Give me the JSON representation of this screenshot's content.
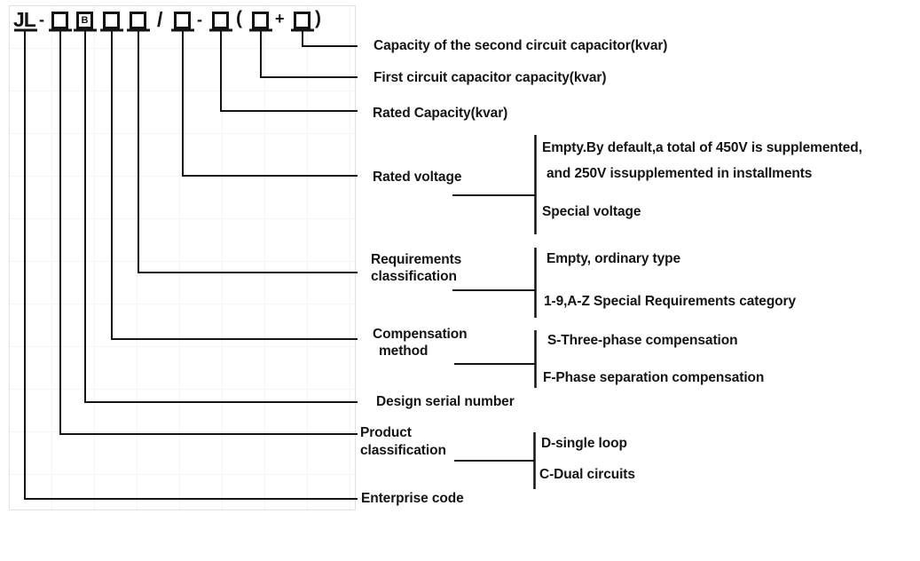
{
  "model_code": {
    "prefix": "JL",
    "separator_dash_1": "-",
    "box_b_letter": "B",
    "separator_slash": "/",
    "separator_dash_2": "-",
    "separator_paren_open": "(",
    "separator_plus": "+",
    "separator_paren_close": ")"
  },
  "fields": {
    "capacity_second_circuit": {
      "label": "Capacity of the second circuit capacitor(kvar)"
    },
    "first_circuit_capacity": {
      "label": "First circuit capacitor capacity(kvar)"
    },
    "rated_capacity": {
      "label": "Rated Capacity(kvar)"
    },
    "rated_voltage": {
      "label": "Rated voltage",
      "option_empty_line1": "Empty.By default,a total of 450V is supplemented,",
      "option_empty_line2": "and 250V issupplemented in installments",
      "option_special": "Special voltage"
    },
    "requirements_classification": {
      "label_line1": "Requirements",
      "label_line2": "classification",
      "option_empty": "Empty, ordinary type",
      "option_special": "1-9,A-Z Special Requirements category"
    },
    "compensation_method": {
      "label_line1": "Compensation",
      "label_line2": "method",
      "option_s": "S-Three-phase compensation",
      "option_f": "F-Phase separation compensation"
    },
    "design_serial_number": {
      "label": "Design serial number"
    },
    "product_classification": {
      "label_line1": "Product",
      "label_line2": "classification",
      "option_d": "D-single loop",
      "option_c": "C-Dual circuits"
    },
    "enterprise_code": {
      "label": "Enterprise code"
    }
  },
  "colors": {
    "line": "#141414",
    "text": "#141414",
    "frame_border": "#e3e0dd"
  }
}
